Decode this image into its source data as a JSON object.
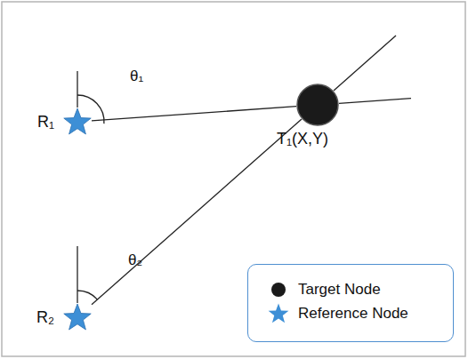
{
  "diagram": {
    "nodes": [
      {
        "text": [
          "R₁"
        ]
      },
      {
        "text": [
          "T₁(X,Y)"
        ]
      },
      {
        "text": [
          "R₂"
        ]
      }
    ],
    "edges": [
      {
        "from": 0,
        "to": 1,
        "arrow": "none"
      },
      {
        "from": 2,
        "to": 1,
        "arrow": "none"
      }
    ],
    "labels": [
      "θ₁",
      "θ₂"
    ],
    "legend": [
      {
        "text": "Target Node"
      },
      {
        "text": "Reference Node"
      }
    ]
  }
}
